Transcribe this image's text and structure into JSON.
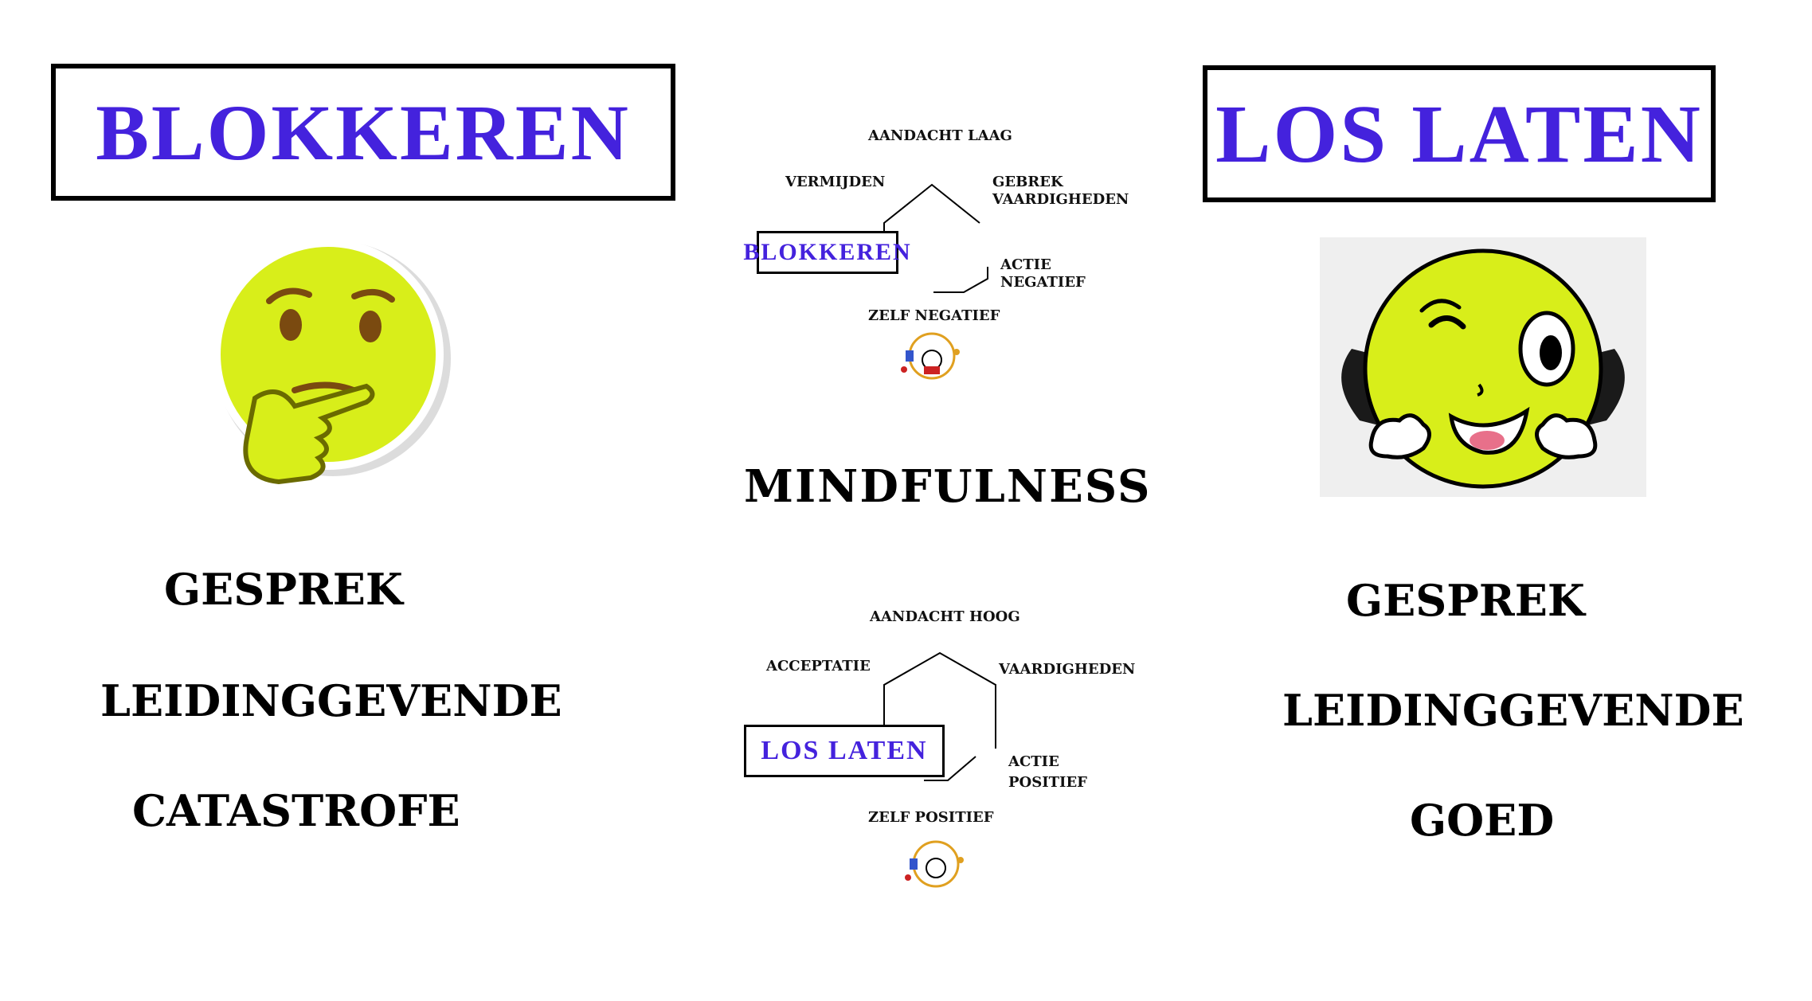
{
  "left": {
    "title": "BLOKKEREN",
    "words": [
      "GESPREK",
      "LEIDINGGEVENDE",
      "CATASTROFE"
    ],
    "emoji_icon": "thinking-face-icon"
  },
  "right": {
    "title": "LOS LATEN",
    "words": [
      "GESPREK",
      "LEIDINGGEVENDE",
      "GOED"
    ],
    "emoji_icon": "winking-face-icon"
  },
  "center": {
    "label": "MINDFULNESS",
    "diagram_top": {
      "top": "AANDACHT LAAG",
      "upper_left": "VERMIJDEN",
      "upper_right_1": "GEBREK",
      "upper_right_2": "VAARDIGHEDEN",
      "box": "BLOKKEREN",
      "lower_right_1": "ACTIE",
      "lower_right_2": "NEGATIEF",
      "bottom": "ZELF NEGATIEF"
    },
    "diagram_bottom": {
      "top": "AANDACHT HOOG",
      "upper_left": "ACCEPTATIE",
      "upper_right": "VAARDIGHEDEN",
      "box": "LOS LATEN",
      "lower_right_1": "ACTIE",
      "lower_right_2": "POSITIEF",
      "bottom": "ZELF POSITIEF"
    }
  },
  "colors": {
    "title_text": "#4422dd",
    "emoji_fill": "#d8ee1a",
    "outline": "#000000"
  }
}
